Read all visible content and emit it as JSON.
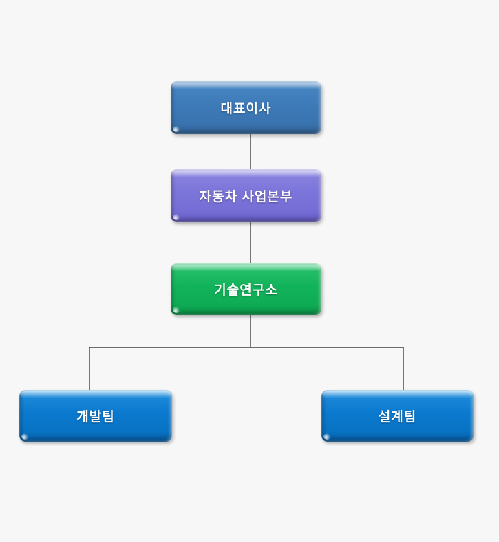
{
  "background_color": "#f7f7f8",
  "connector_color": "#3f3f3f",
  "org_chart": {
    "type": "org-tree",
    "nodes": [
      {
        "id": "ceo",
        "label": "대표이사",
        "color": "#3d7ab8",
        "level": 1
      },
      {
        "id": "division",
        "label": "자동차 사업본부",
        "color": "#7b74d9",
        "level": 2
      },
      {
        "id": "lab",
        "label": "기술연구소",
        "color": "#11b35a",
        "level": 3
      },
      {
        "id": "dev-team",
        "label": "개발팀",
        "color": "#0a79ce",
        "level": 4
      },
      {
        "id": "design-team",
        "label": "설계팀",
        "color": "#0a79ce",
        "level": 4
      }
    ],
    "edges": [
      {
        "from": "ceo",
        "to": "division"
      },
      {
        "from": "division",
        "to": "lab"
      },
      {
        "from": "lab",
        "to": "dev-team"
      },
      {
        "from": "lab",
        "to": "design-team"
      }
    ]
  }
}
